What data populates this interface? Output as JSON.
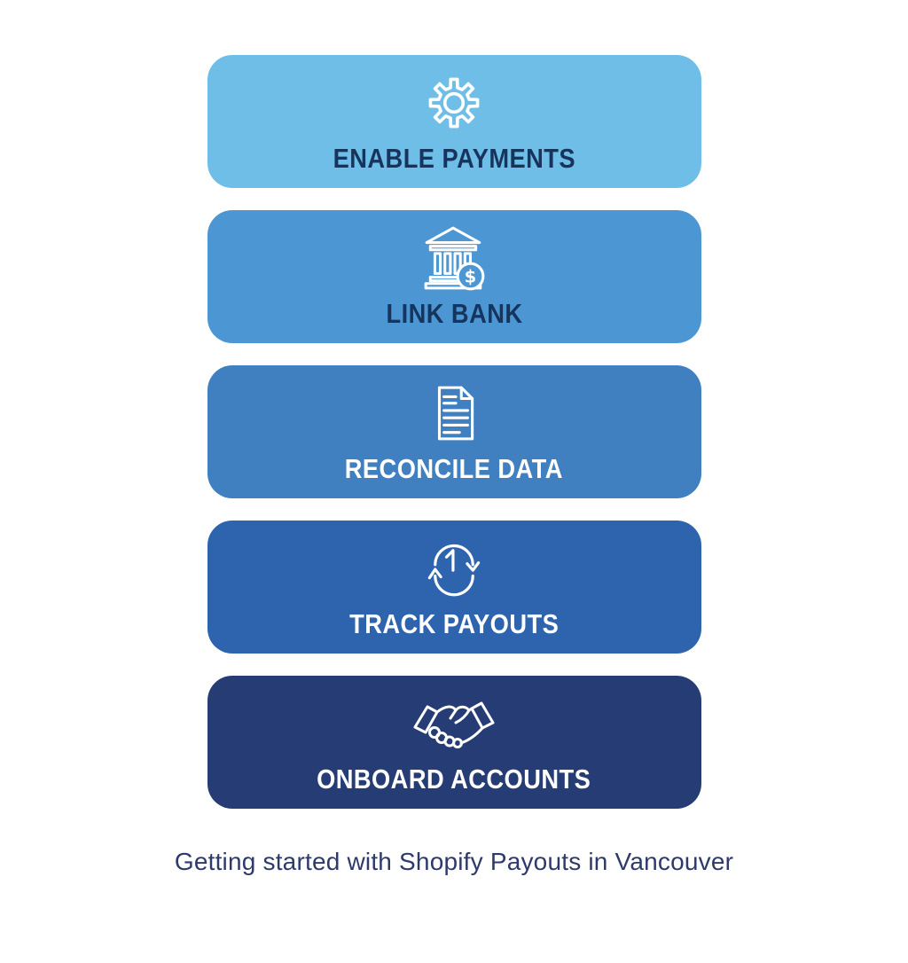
{
  "page": {
    "background": "#ffffff"
  },
  "steps": [
    {
      "label": "ENABLE PAYMENTS",
      "icon": "gear-icon",
      "bg": "#6fbee8",
      "text_color": "#17345c"
    },
    {
      "label": "LINK BANK",
      "icon": "bank-dollar-icon",
      "bg": "#4c97d3",
      "text_color": "#17345c"
    },
    {
      "label": "RECONCILE DATA",
      "icon": "document-icon",
      "bg": "#4080c1",
      "text_color": "#ffffff"
    },
    {
      "label": "TRACK PAYOUTS",
      "icon": "sync-clock-icon",
      "bg": "#2e63ad",
      "text_color": "#ffffff"
    },
    {
      "label": "ONBOARD ACCOUNTS",
      "icon": "handshake-icon",
      "bg": "#263c74",
      "text_color": "#ffffff"
    }
  ],
  "bank_badge": {
    "dollar_symbol": "$",
    "badge_fill": "#4c97d3"
  },
  "icon_stroke_color": "#ffffff",
  "caption": {
    "text": "Getting started with Shopify Payouts in Vancouver",
    "color": "#2e3a6b"
  }
}
